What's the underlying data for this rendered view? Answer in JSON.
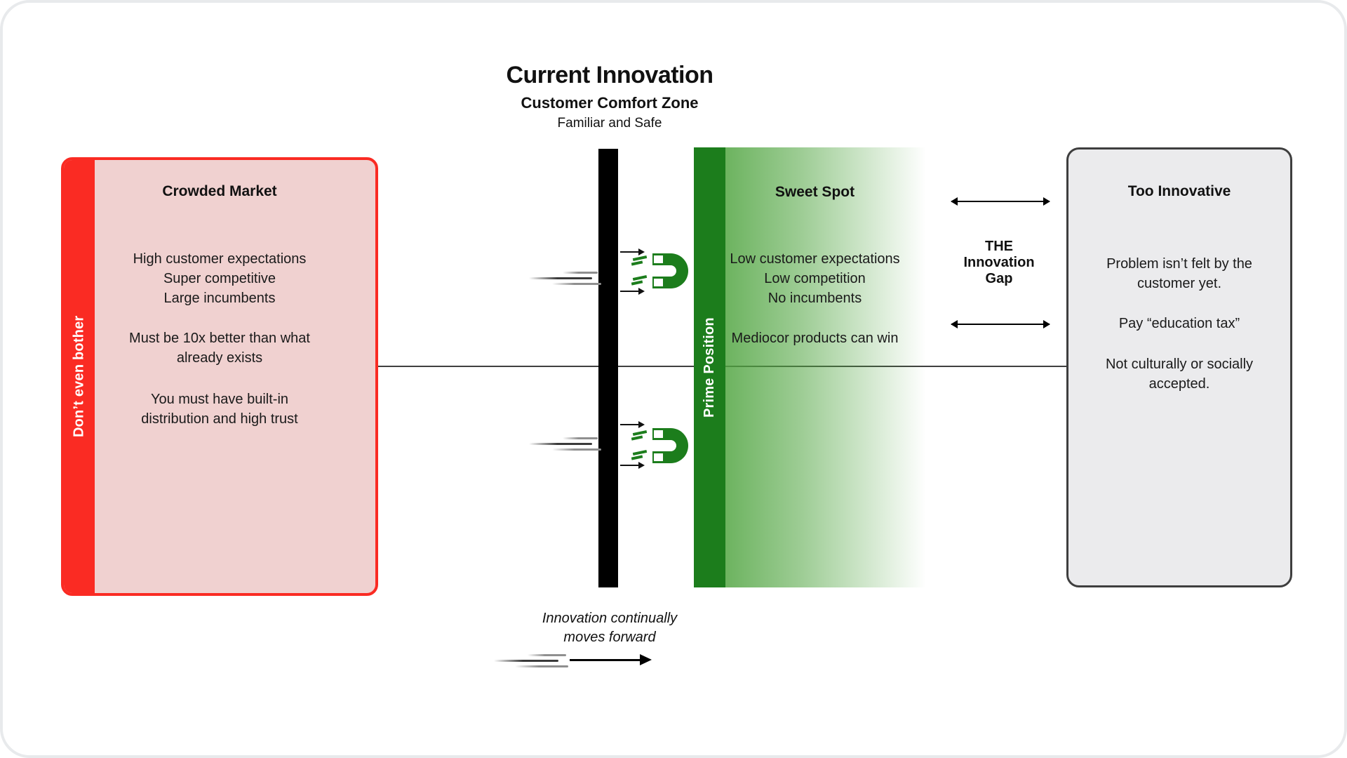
{
  "header": {
    "title": "Current Innovation",
    "subtitle": "Customer Comfort Zone",
    "tagline": "Familiar and Safe"
  },
  "crowded_market": {
    "ribbon": "Don’t even bother",
    "title": "Crowded Market",
    "p1": "High customer expectations\nSuper competitive\nLarge incumbents",
    "p2": "Must be 10x better than what\nalready exists",
    "p3": "You must have built-in\ndistribution and high trust"
  },
  "sweet_spot": {
    "ribbon": "Prime Position",
    "title": "Sweet Spot",
    "p1": "Low customer expectations\nLow competition\nNo incumbents",
    "p2": "Mediocor products can win"
  },
  "innovation_gap": {
    "label": "THE\nInnovation\nGap"
  },
  "too_innovative": {
    "title": "Too Innovative",
    "p1": "Problem isn’t felt by the\ncustomer yet.",
    "p2": "Pay “education tax”",
    "p3": "Not culturally or socially\naccepted."
  },
  "footer": {
    "caption": "Innovation continually\nmoves forward"
  },
  "colors": {
    "red_accent": "#fa2b23",
    "pink_fill": "#f0d1d0",
    "green_dark": "#1c7d1c",
    "green_light": "#4fa43f",
    "gray_fill": "#ebebed",
    "gray_border": "#3e3e3e",
    "bar_black": "#000000"
  }
}
